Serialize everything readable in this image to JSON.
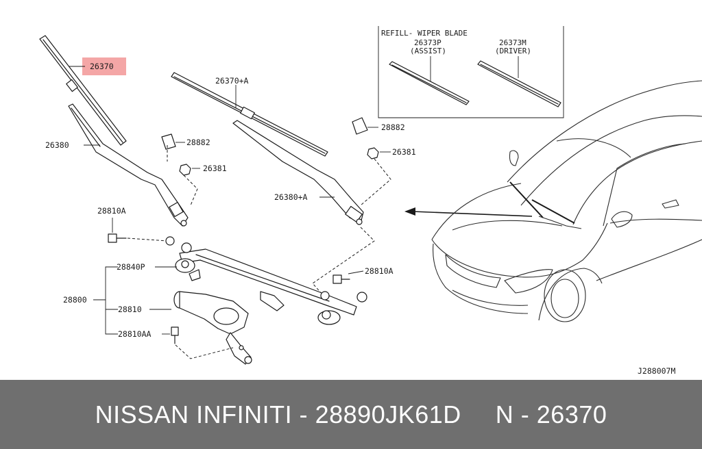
{
  "diagram": {
    "refill_header": "REFILL- WIPER BLADE",
    "refill_assist_code": "26373P",
    "refill_assist_note": "(ASSIST)",
    "refill_driver_code": "26373M",
    "refill_driver_note": "(DRIVER)",
    "callouts": {
      "blade_driver": "26370",
      "blade_assist": "26370+A",
      "arm_driver": "26380",
      "arm_assist": "26380+A",
      "cap_left": "28882",
      "cap_right": "28882",
      "nut_left": "26381",
      "nut_right": "26381",
      "bolt_left": "28810A",
      "bolt_right": "28810A",
      "pivot": "28840P",
      "assembly": "28800",
      "motor": "28810",
      "motor_bolt": "28810AA"
    },
    "diagram_code": "J288007M",
    "highlight_color": "#f4a6a6"
  },
  "footer": {
    "brand_part": "NISSAN INFINITI - 28890JK61D",
    "ref_part": "N - 26370"
  }
}
